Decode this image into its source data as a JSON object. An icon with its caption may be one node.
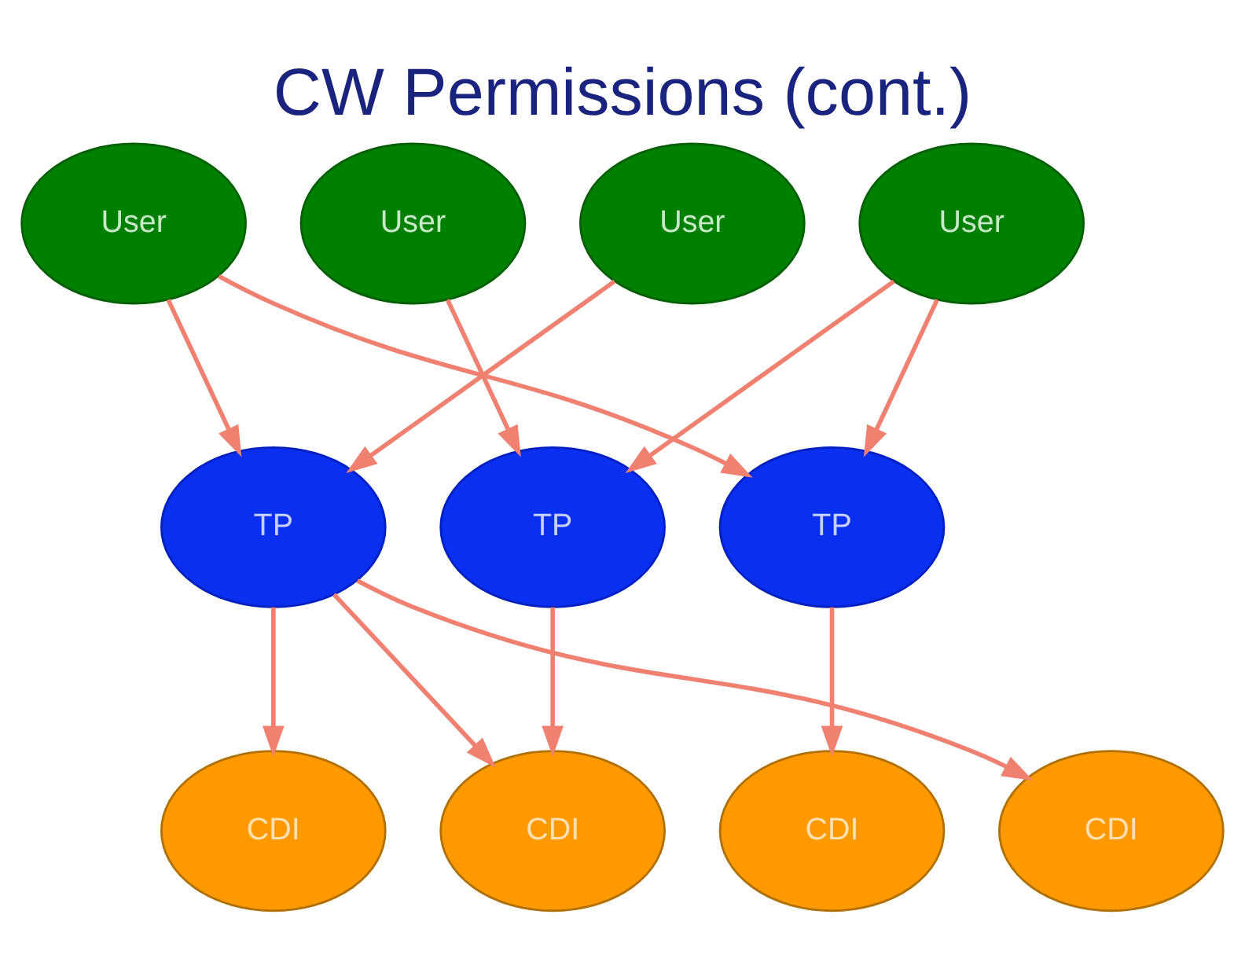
{
  "diagram": {
    "title": "CW Permissions (cont.)",
    "nodes": [
      {
        "text": [
          "User"
        ]
      },
      {
        "text": [
          "User"
        ]
      },
      {
        "text": [
          "User"
        ]
      },
      {
        "text": [
          "User"
        ]
      },
      {
        "text": [
          "TP"
        ]
      },
      {
        "text": [
          "TP"
        ]
      },
      {
        "text": [
          "TP"
        ]
      },
      {
        "text": [
          "CDI"
        ]
      },
      {
        "text": [
          "CDI"
        ]
      },
      {
        "text": [
          "CDI"
        ]
      },
      {
        "text": [
          "CDI"
        ]
      }
    ],
    "edges": [
      {
        "from": 0,
        "to": 4,
        "arrow": "to"
      },
      {
        "from": 0,
        "to": 6,
        "arrow": "to"
      },
      {
        "from": 1,
        "to": 5,
        "arrow": "to"
      },
      {
        "from": 2,
        "to": 4,
        "arrow": "to"
      },
      {
        "from": 3,
        "to": 5,
        "arrow": "to"
      },
      {
        "from": 3,
        "to": 6,
        "arrow": "to"
      },
      {
        "from": 4,
        "to": 7,
        "arrow": "to"
      },
      {
        "from": 4,
        "to": 8,
        "arrow": "to"
      },
      {
        "from": 4,
        "to": 10,
        "arrow": "to"
      },
      {
        "from": 5,
        "to": 8,
        "arrow": "to"
      },
      {
        "from": 6,
        "to": 9,
        "arrow": "to"
      }
    ]
  }
}
